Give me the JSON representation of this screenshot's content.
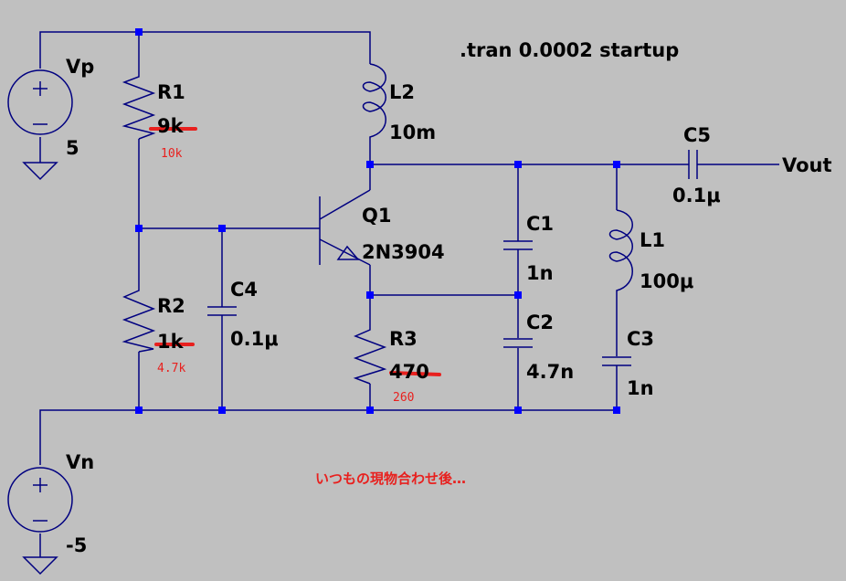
{
  "directive": ".tran 0.0002 startup",
  "components": {
    "vp": {
      "name": "Vp",
      "value": "5"
    },
    "vn": {
      "name": "Vn",
      "value": "-5"
    },
    "r1": {
      "name": "R1",
      "value": "9k",
      "new_value": "10k"
    },
    "r2": {
      "name": "R2",
      "value": "1k",
      "new_value": "4.7k"
    },
    "r3": {
      "name": "R3",
      "value": "470",
      "new_value": "260"
    },
    "l1": {
      "name": "L1",
      "value": "100μ"
    },
    "l2": {
      "name": "L2",
      "value": "10m"
    },
    "c1": {
      "name": "C1",
      "value": "1n"
    },
    "c2": {
      "name": "C2",
      "value": "4.7n"
    },
    "c3": {
      "name": "C3",
      "value": "1n"
    },
    "c4": {
      "name": "C4",
      "value": "0.1μ"
    },
    "c5": {
      "name": "C5",
      "value": "0.1μ"
    },
    "q1": {
      "name": "Q1",
      "value": "2N3904"
    }
  },
  "net_label": "Vout",
  "comment": "いつもの現物合わせ後…",
  "colors": {
    "background": "#c0c0c0",
    "wire": "#000080",
    "junction": "#0000ff",
    "annotation": "#e8201e"
  }
}
